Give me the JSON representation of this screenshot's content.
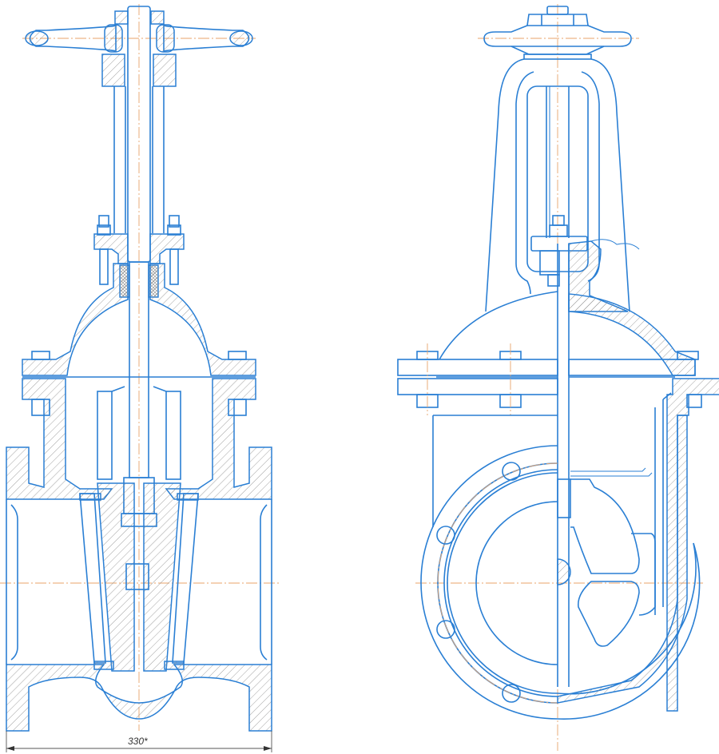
{
  "drawing": {
    "subject": "Gate valve assembly drawing",
    "views": [
      {
        "name": "Sectional front view",
        "position": "left"
      },
      {
        "name": "Side view with partial section",
        "position": "right"
      }
    ],
    "dimension": {
      "label": "330*",
      "orientation": "horizontal",
      "position": "bottom-left"
    },
    "colors": {
      "outline": "#2a7fd4",
      "centerline": "#e8a36a",
      "hatching": "#8a8a8a",
      "dimension": "#555555",
      "background": "#ffffff"
    }
  }
}
